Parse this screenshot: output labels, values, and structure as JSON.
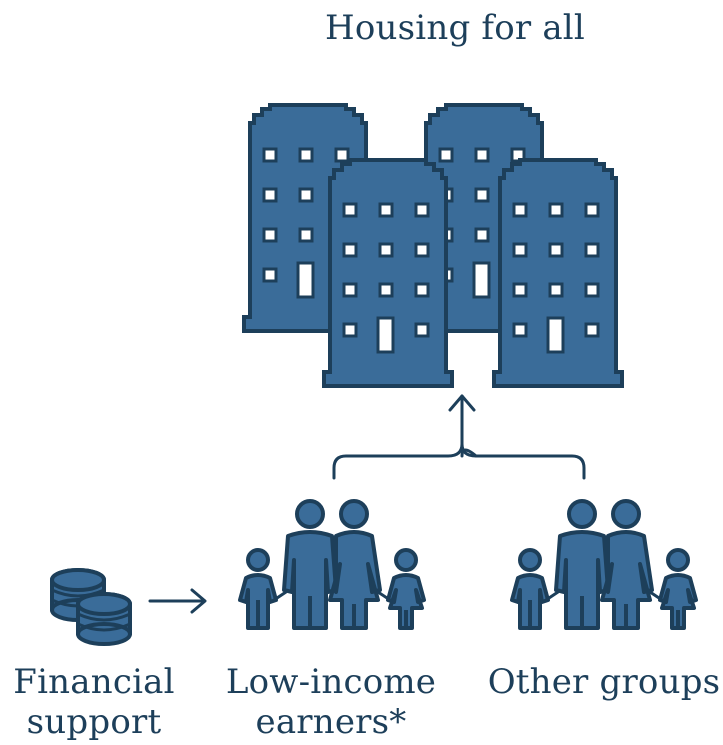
{
  "title": "Housing for all",
  "labels": {
    "financial_support": [
      "Financial",
      "support"
    ],
    "low_income": [
      "Low-income",
      "earners*"
    ],
    "other_groups": "Other groups"
  },
  "colors": {
    "fill": "#3a6c99",
    "stroke": "#1d3f5a",
    "text": "#1d3f5a"
  },
  "icons": [
    "building-icon",
    "family-icon",
    "coins-icon",
    "arrow-right-icon",
    "arrow-up-icon"
  ]
}
